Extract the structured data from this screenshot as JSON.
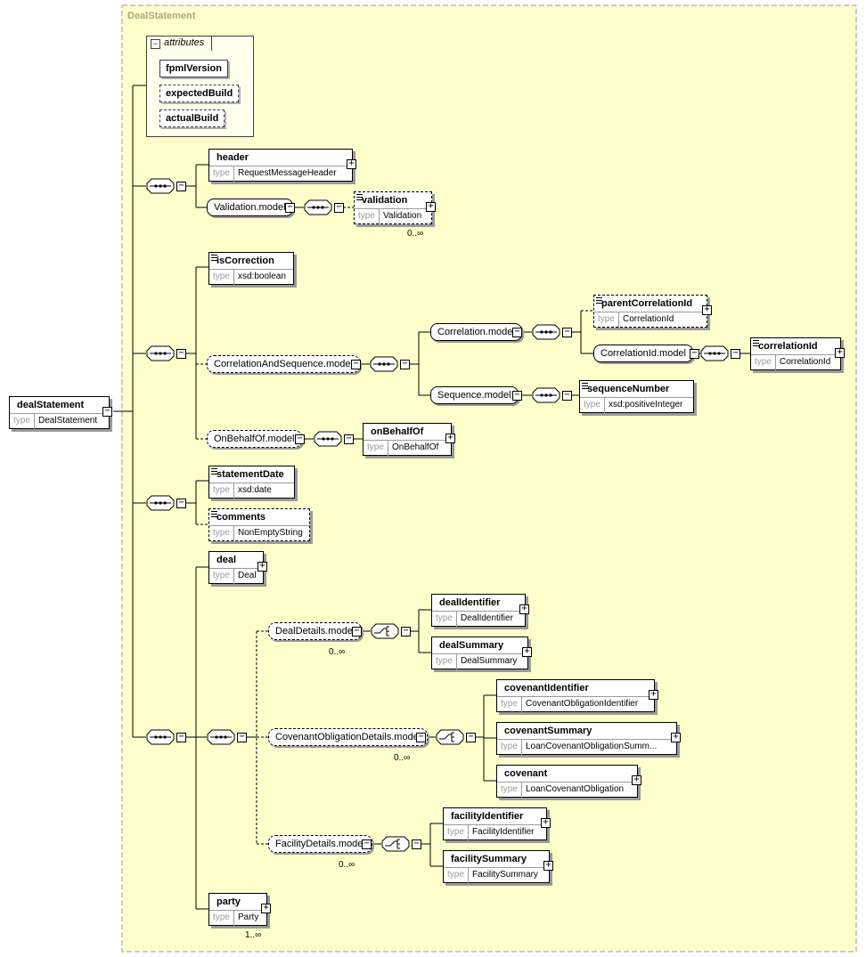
{
  "frame_title": "DealStatement",
  "attributes_label": "attributes",
  "attributes": [
    {
      "name": "fpmlVersion"
    },
    {
      "name": "expectedBuild"
    },
    {
      "name": "actualBuild"
    }
  ],
  "type_label": "type",
  "root": {
    "name": "dealStatement",
    "type": "DealStatement"
  },
  "elements": {
    "header": {
      "name": "header",
      "type": "RequestMessageHeader"
    },
    "validation": {
      "name": "validation",
      "type": "Validation",
      "card": "0..∞"
    },
    "isCorrection": {
      "name": "isCorrection",
      "type": "xsd:boolean"
    },
    "parentCorrelationId": {
      "name": "parentCorrelationId",
      "type": "CorrelationId"
    },
    "correlationId": {
      "name": "correlationId",
      "type": "CorrelationId"
    },
    "sequenceNumber": {
      "name": "sequenceNumber",
      "type": "xsd:positiveInteger"
    },
    "onBehalfOf": {
      "name": "onBehalfOf",
      "type": "OnBehalfOf"
    },
    "statementDate": {
      "name": "statementDate",
      "type": "xsd:date"
    },
    "comments": {
      "name": "comments",
      "type": "NonEmptyString"
    },
    "deal": {
      "name": "deal",
      "type": "Deal"
    },
    "dealIdentifier": {
      "name": "dealIdentifier",
      "type": "DealIdentifier"
    },
    "dealSummary": {
      "name": "dealSummary",
      "type": "DealSummary"
    },
    "covenantIdentifier": {
      "name": "covenantIdentifier",
      "type": "CovenantObligationIdentifier"
    },
    "covenantSummary": {
      "name": "covenantSummary",
      "type": "LoanCovenantObligationSumm..."
    },
    "covenant": {
      "name": "covenant",
      "type": "LoanCovenantObligation"
    },
    "facilityIdentifier": {
      "name": "facilityIdentifier",
      "type": "FacilityIdentifier"
    },
    "facilitySummary": {
      "name": "facilitySummary",
      "type": "FacilitySummary"
    },
    "party": {
      "name": "party",
      "type": "Party",
      "card": "1..∞"
    }
  },
  "groups": {
    "validationModel": {
      "name": "Validation.model"
    },
    "correlationAndSequenceModel": {
      "name": "CorrelationAndSequence.model"
    },
    "correlationModel": {
      "name": "Correlation.model"
    },
    "correlationIdModel": {
      "name": "CorrelationId.model"
    },
    "sequenceModel": {
      "name": "Sequence.model"
    },
    "onBehalfOfModel": {
      "name": "OnBehalfOf.model"
    },
    "dealDetailsModel": {
      "name": "DealDetails.model",
      "card": "0..∞"
    },
    "covenantObligationDetailsModel": {
      "name": "CovenantObligationDetails.model",
      "card": "0..∞"
    },
    "facilityDetailsModel": {
      "name": "FacilityDetails.model",
      "card": "0..∞"
    }
  },
  "colors": {
    "frame_fill": "#ffffcc",
    "frame_border": "#9a9a9a",
    "attr_fill": "#ffffee",
    "line": "#000000",
    "shadow": "#9a9a9a"
  }
}
